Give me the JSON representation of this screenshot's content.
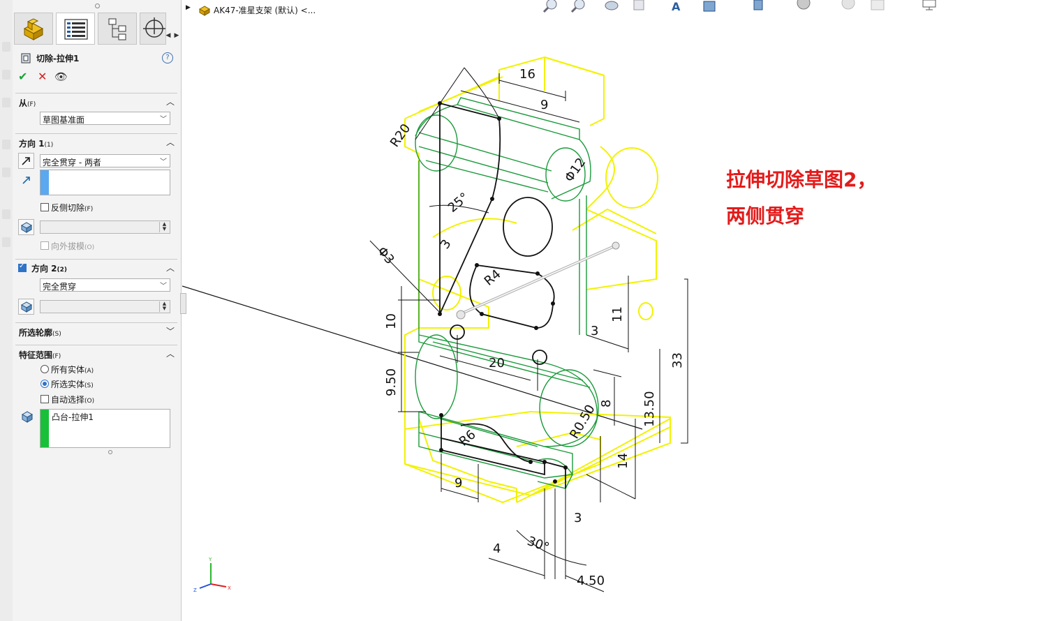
{
  "window": {
    "document_title": "AK47-准星支架 (默认) <..."
  },
  "property_manager": {
    "feature_name": "切除-拉伸1",
    "help_label": "?",
    "sections": {
      "from": {
        "label": "从",
        "hotkey": "(F)",
        "value": "草图基准面"
      },
      "direction1": {
        "label": "方向 1",
        "hotkey": "(1)",
        "end_condition": "完全贯穿 - 两者",
        "flip_side_cut": "反侧切除",
        "flip_side_cut_hotkey": "(F)",
        "draft_outward": "向外拔模",
        "draft_outward_hotkey": "(O)"
      },
      "direction2": {
        "label": "方向 2",
        "hotkey": "(2)",
        "checked": true,
        "end_condition": "完全贯穿"
      },
      "selected_contours": {
        "label": "所选轮廓",
        "hotkey": "(S)"
      },
      "feature_scope": {
        "label": "特征范围",
        "hotkey": "(F)",
        "all_bodies": "所有实体",
        "all_bodies_hotkey": "(A)",
        "selected_bodies": "所选实体",
        "selected_bodies_hotkey": "(S)",
        "auto_select": "自动选择",
        "auto_select_hotkey": "(O)",
        "bodies": [
          "凸台-拉伸1"
        ]
      }
    }
  },
  "annotation": {
    "line1": "拉伸切除草图2，",
    "line2": "两侧贯穿"
  },
  "dimensions": {
    "d16": "16",
    "d9_top": "9",
    "r20": "R20",
    "phi12": "Φ12",
    "a25": "25°",
    "d3_a": "3",
    "phi3": "Φ3",
    "r4": "R4",
    "d10": "10",
    "d11": "11",
    "d3_b": "3",
    "d33": "33",
    "d20": "20",
    "d9_50": "9.50",
    "d8": "8",
    "d13_50": "13.50",
    "r6": "R6",
    "r0_50": "R0.50",
    "d14": "14",
    "d9_bottom": "9",
    "d3_c": "3",
    "a30": "30°",
    "d4": "4",
    "d4_50": "4.50"
  },
  "triad": {
    "x": "X",
    "y": "Y",
    "z": "Z"
  },
  "colors": {
    "accent_blue": "#5aa8f0",
    "body_green": "#18c03a",
    "wire_yellow": "#f2f200",
    "wire_green": "#1a9a3a",
    "annotation_red": "#e31b1b"
  },
  "icons": {
    "tabs": [
      "feature-manager-icon",
      "property-manager-icon",
      "configuration-manager-icon",
      "dim-xpert-icon"
    ],
    "toolbar": [
      "zoom-to-fit-icon",
      "zoom-area-icon",
      "previous-view-icon",
      "section-view-icon",
      "view-orientation-icon",
      "display-style-icon",
      "hide-show-icon",
      "edit-appearance-icon",
      "scene-icon",
      "view-settings-icon",
      "monitor-icon"
    ]
  }
}
